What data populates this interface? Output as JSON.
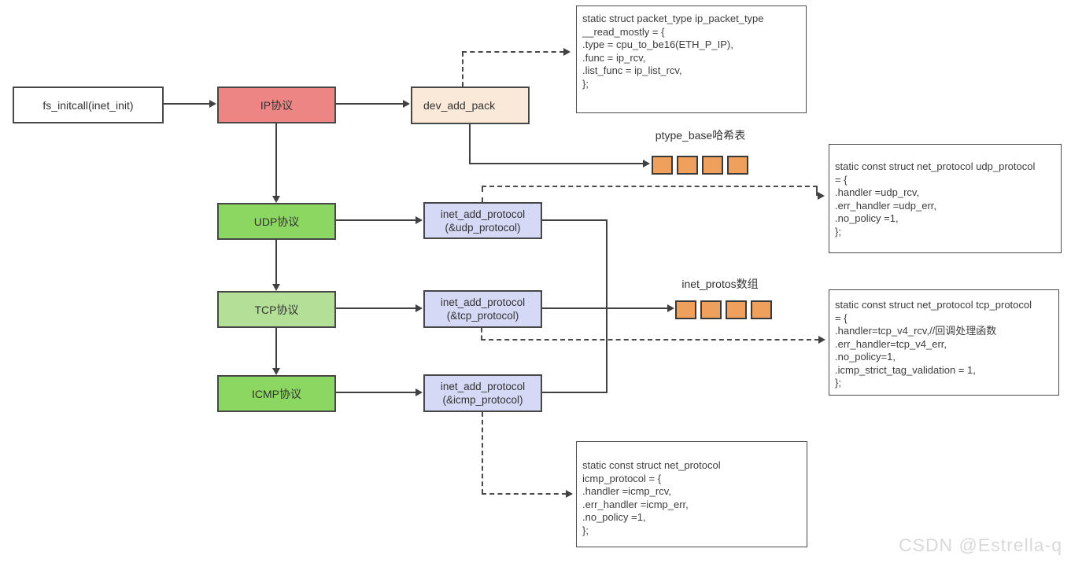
{
  "nodes": {
    "fs_initcall": {
      "label": "fs_initcall(inet_init)"
    },
    "ip": {
      "label": "IP协议"
    },
    "dev_add_pack": {
      "label": "dev_add_pack"
    },
    "udp": {
      "label": "UDP协议"
    },
    "tcp": {
      "label": "TCP协议"
    },
    "icmp": {
      "label": "ICMP协议"
    },
    "inet_add_udp": {
      "label": "inet_add_protocol\n(&udp_protocol)"
    },
    "inet_add_tcp": {
      "label": "inet_add_protocol\n(&tcp_protocol)"
    },
    "inet_add_icmp": {
      "label": "inet_add_protocol\n(&icmp_protocol)"
    }
  },
  "arrays": {
    "ptype_base": {
      "label": "ptype_base哈希表",
      "cell_count": 4
    },
    "inet_protos": {
      "label": "inet_protos数组",
      "cell_count": 4
    }
  },
  "code_blocks": {
    "ip_packet_type": {
      "text": "static struct packet_type ip_packet_type\n__read_mostly = {\n.type = cpu_to_be16(ETH_P_IP),\n.func = ip_rcv,\n.list_func = ip_list_rcv,\n};"
    },
    "udp_protocol": {
      "text": "static const struct net_protocol udp_protocol\n= {\n.handler =udp_rcv,\n.err_handler =udp_err,\n.no_policy =1,\n};"
    },
    "tcp_protocol": {
      "text": "static const struct net_protocol tcp_protocol\n= {\n.handler=tcp_v4_rcv,//回调处理函数\n.err_handler=tcp_v4_err,\n.no_policy=1,\n.icmp_strict_tag_validation = 1,\n};"
    },
    "icmp_protocol": {
      "text": "static const struct net_protocol\nicmp_protocol = {\n.handler =icmp_rcv,\n.err_handler =icmp_err,\n.no_policy =1,\n};"
    }
  },
  "watermark": {
    "text": "CSDN @Estrella-q"
  },
  "colors": {
    "ip_fill": "#ee8585",
    "green_fill": "#8cd662",
    "light_green_fill": "#b3e096",
    "lavender_fill": "#d6d9f6",
    "peach_fill": "#fae9d8",
    "orange_cell": "#efa05c",
    "line": "#404040",
    "text": "#333333",
    "watermark": "#d9d9d9"
  }
}
